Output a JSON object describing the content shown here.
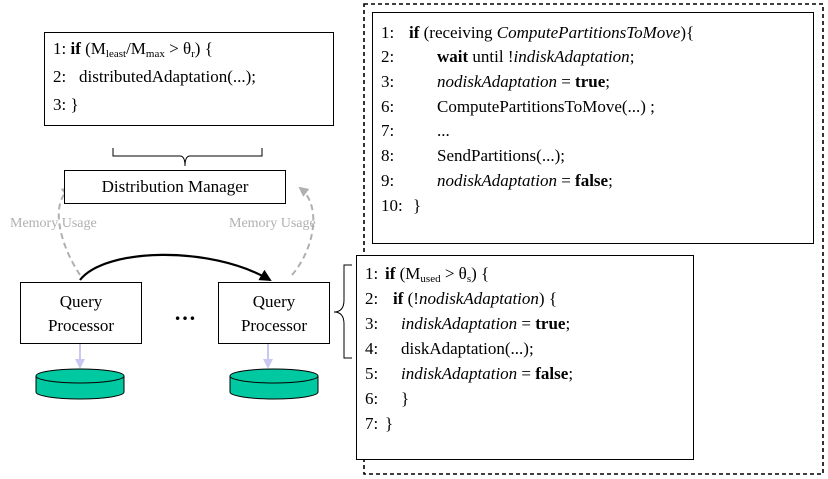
{
  "global_code": {
    "line1": {
      "num": "1:",
      "kw": "if",
      "open": " (M",
      "sub1": "least",
      "slash": "/M",
      "sub2": "max",
      "gt": " > θ",
      "sub3": "r",
      "close": ") {"
    },
    "line2": {
      "num": "2:",
      "text": "distributedAdaptation(...);"
    },
    "line3": {
      "num": "3:",
      "text": "}"
    }
  },
  "distribution_manager": {
    "label": "Distribution Manager"
  },
  "memory_usage_left": "Memory Usage",
  "memory_usage_right": "Memory Usage",
  "query_processor_left": {
    "line1": "Query",
    "line2": "Processor"
  },
  "query_processor_right": {
    "line1": "Query",
    "line2": "Processor"
  },
  "ellipsis": "…",
  "move_code": {
    "l1": {
      "num": "1:",
      "kw": "if",
      "pre": " (receiving ",
      "em": "ComputePartitionsToMove",
      "post": "){"
    },
    "l2": {
      "num": "2:",
      "kw": "wait",
      "pre": " until !",
      "em": "indiskAdaptation",
      "post": ";"
    },
    "l3": {
      "num": "3:",
      "em": "nodiskAdaptation",
      "eq": " = ",
      "kw": "true",
      "post": ";"
    },
    "l6": {
      "num": "6:",
      "text": "ComputePartitionsToMove(...) ;"
    },
    "l7": {
      "num": "7:",
      "text": "..."
    },
    "l8": {
      "num": "8:",
      "text": "SendPartitions(...);"
    },
    "l9": {
      "num": "9:",
      "em": "nodiskAdaptation",
      "eq": " = ",
      "kw": "false",
      "post": ";"
    },
    "l10": {
      "num": "10:",
      "text": "}"
    }
  },
  "local_code": {
    "l1": {
      "num": "1:",
      "kw": "if",
      "open": " (M",
      "sub1": "used",
      "gt": " > θ",
      "sub2": "s",
      "close": ") {"
    },
    "l2": {
      "num": "2:",
      "kw": "if",
      "pre": " (!",
      "em": "nodiskAdaptation",
      "post": ") {"
    },
    "l3": {
      "num": "3:",
      "em": "indiskAdaptation",
      "eq": " = ",
      "kw": "true",
      "post": ";"
    },
    "l4": {
      "num": "4:",
      "text": "diskAdaptation(...);"
    },
    "l5": {
      "num": "5:",
      "em": "indiskAdaptation",
      "eq": " = ",
      "kw": "false",
      "post": ";"
    },
    "l6": {
      "num": "6:",
      "text": "}"
    },
    "l7": {
      "num": "7:",
      "text": "}"
    }
  },
  "colors": {
    "dashed_gray": "#b0b0b0",
    "disk_fill": "#00c8a0",
    "disk_arrow": "#c8c8f0"
  }
}
